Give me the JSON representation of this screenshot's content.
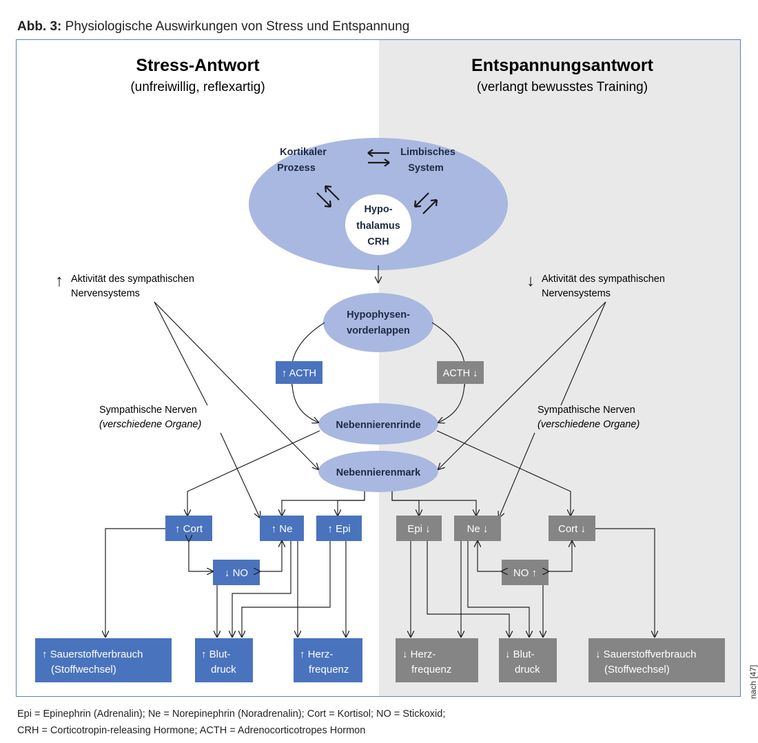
{
  "caption": {
    "label": "Abb. 3:",
    "text": "Physiologische Auswirkungen von Stress und Entspannung"
  },
  "left": {
    "title": "Stress-Antwort",
    "subtitle": "(unfreiwillig, reflexartig)"
  },
  "right": {
    "title": "Entspannungsantwort",
    "subtitle": "(verlangt bewusstes Training)"
  },
  "brain": {
    "cortex": [
      "Kortikaler",
      "Prozess"
    ],
    "limbic": [
      "Limbisches",
      "System"
    ],
    "hypothalamus": [
      "Hypo-",
      "thalamus",
      "CRH"
    ]
  },
  "pituitary": [
    "Hypophysen-",
    "vorderlappen"
  ],
  "adrenal_cortex": "Nebennierenrinde",
  "adrenal_medulla": "Nebennierenmark",
  "sns_left": {
    "arrow": "↑",
    "lines": [
      "Aktivität des sympathischen",
      "Nervensystems"
    ]
  },
  "sns_right": {
    "arrow": "↓",
    "lines": [
      "Aktivität des sympathischen",
      "Nervensystems"
    ]
  },
  "nerves_left": {
    "line1": "Sympathische Nerven",
    "line2": "(verschiedene Organe)"
  },
  "nerves_right": {
    "line1": "Sympathische Nerven",
    "line2": "(verschiedene Organe)"
  },
  "acth_left": "↑ ACTH",
  "acth_right": "ACTH ↓",
  "stress_boxes": {
    "cort": "↑ Cort",
    "ne": "↑ Ne",
    "epi": "↑ Epi",
    "no": "↓ NO"
  },
  "relax_boxes": {
    "epi": "Epi ↓",
    "ne": "Ne ↓",
    "cort": "Cort ↓",
    "no": "NO ↑"
  },
  "stress_outcomes": {
    "oxygen": [
      "↑ Sauerstoffverbrauch",
      "(Stoffwechsel)"
    ],
    "blood": [
      "↑ Blut-",
      "druck"
    ],
    "heart": [
      "↑ Herz-",
      "frequenz"
    ]
  },
  "relax_outcomes": {
    "heart": [
      "↓ Herz-",
      "frequenz"
    ],
    "blood": [
      "↓ Blut-",
      "druck"
    ],
    "oxygen": [
      "↓ Sauerstoffverbrauch",
      "(Stoffwechsel)"
    ]
  },
  "legend": [
    "Epi = Epinephrin (Adrenalin); Ne = Norepinephrin (Noradrenalin); Cort = Kortisol; NO = Stickoxid;",
    "CRH = Corticotropin-releasing Hormone; ACTH = Adrenocorticotropes Hormon"
  ],
  "source": "nach [47]",
  "colors": {
    "blue": "#4a73be",
    "gray": "#858585",
    "ellipse": "#a9b8e0",
    "panel": "#e9e9e9",
    "frame": "#5b7ec1"
  }
}
